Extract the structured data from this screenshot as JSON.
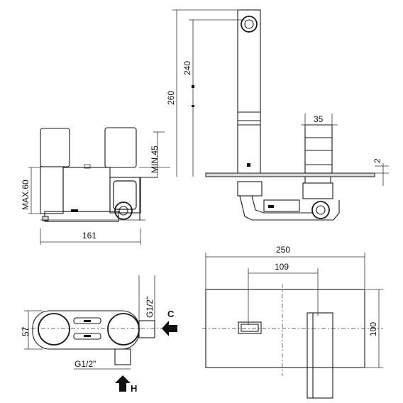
{
  "dimensions": {
    "front_width": "161",
    "front_max_height": "MAX.60",
    "front_min_depth": "MIN.45",
    "spout_height_total": "260",
    "spout_height_inner": "240",
    "handle_width": "35",
    "plate_thickness": "2",
    "plate_width": "250",
    "handle_offset": "109",
    "plate_height": "100",
    "body_height": "57",
    "connection_top": "G1/2\"",
    "connection_bottom": "G1/2\"",
    "inlet_cold": "C",
    "inlet_hot": "H"
  }
}
